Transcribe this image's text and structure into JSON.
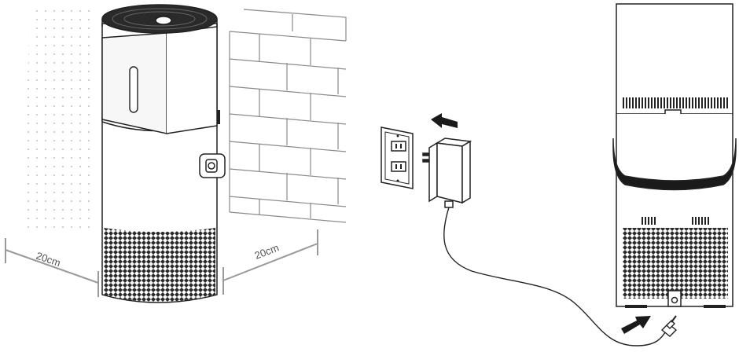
{
  "dimensions": {
    "left_clearance": "20cm",
    "right_clearance": "20cm"
  },
  "colors": {
    "line": "#222222",
    "grey_line": "#8a8a8a",
    "dim_line": "#9a9a9a",
    "fill_dark": "#1a1a1a",
    "fill_light": "#f4f4f4"
  },
  "icons": [
    "wall-dots-pattern",
    "brick-wall",
    "air-purifier-front",
    "wall-outlet",
    "power-adapter",
    "insert-arrow-icon",
    "air-purifier-back",
    "dc-plug"
  ]
}
